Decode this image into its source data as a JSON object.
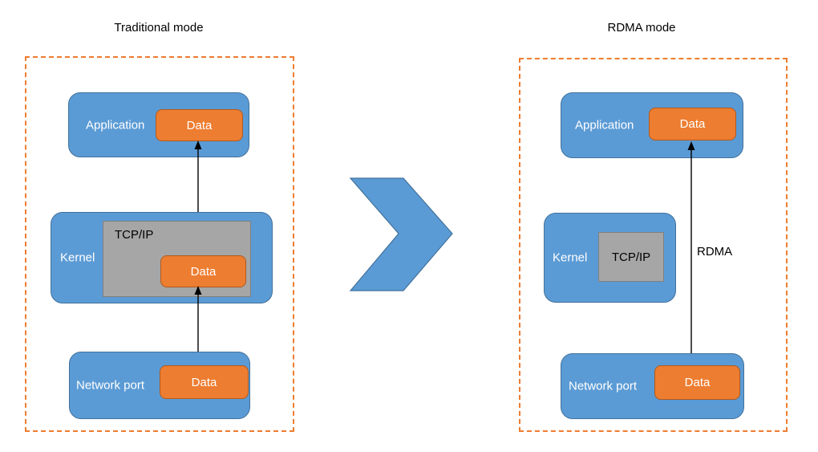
{
  "diagram": {
    "left": {
      "title": "Traditional mode",
      "application": {
        "label": "Application",
        "data": "Data"
      },
      "kernel": {
        "label": "Kernel",
        "tcpip": "TCP/IP",
        "data": "Data"
      },
      "network_port": {
        "label": "Network port",
        "data": "Data"
      }
    },
    "right": {
      "title": "RDMA mode",
      "application": {
        "label": "Application",
        "data": "Data"
      },
      "kernel": {
        "label": "Kernel",
        "tcpip": "TCP/IP"
      },
      "network_port": {
        "label": "Network port",
        "data": "Data"
      },
      "rdma_label": "RDMA"
    },
    "colors": {
      "box_blue": "#5b9bd5",
      "box_blue_border": "#41719c",
      "orange": "#ed7d31",
      "orange_border": "#b15a1d",
      "gray": "#a6a6a6",
      "gray_border": "#7f7f7f",
      "dashed_border": "#ed7d31",
      "arrow_black": "#000000"
    }
  }
}
